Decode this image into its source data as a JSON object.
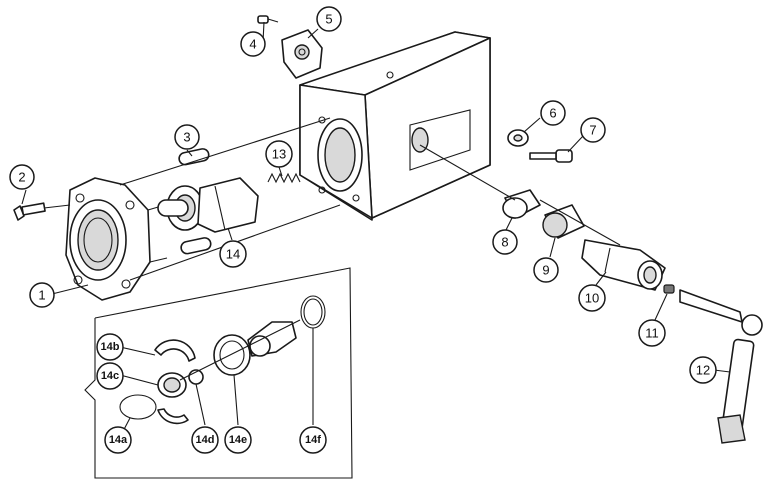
{
  "callouts": {
    "c1": "1",
    "c2": "2",
    "c3": "3",
    "c4": "4",
    "c5": "5",
    "c6": "6",
    "c7": "7",
    "c8": "8",
    "c9": "9",
    "c10": "10",
    "c11": "11",
    "c12": "12",
    "c13": "13",
    "c14": "14",
    "c14a": "14a",
    "c14b": "14b",
    "c14c": "14c",
    "c14d": "14d",
    "c14e": "14e",
    "c14f": "14f"
  },
  "colors": {
    "line": "#1a1a1a",
    "shade": "#d9d9d9",
    "background": "#ffffff"
  }
}
